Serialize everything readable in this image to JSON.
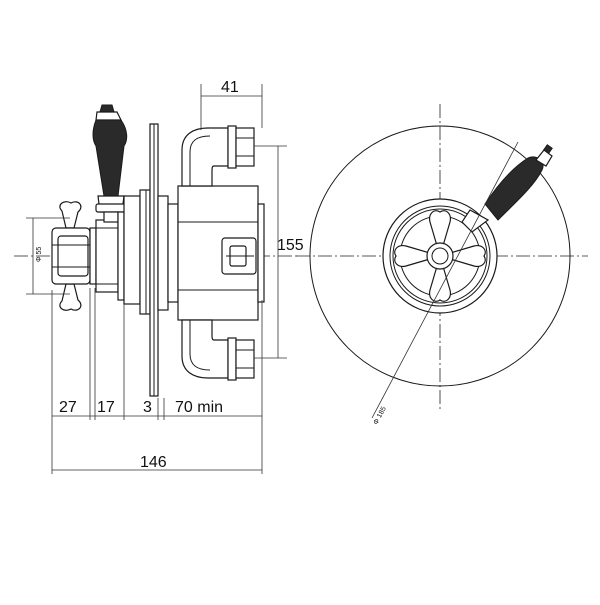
{
  "dimensions": {
    "d41": "41",
    "d155": "155",
    "d27": "27",
    "d17": "17",
    "d3": "3",
    "d70": "70 min",
    "d146": "146",
    "phi_left": "Φ 55",
    "phi_right": "Φ 185"
  }
}
